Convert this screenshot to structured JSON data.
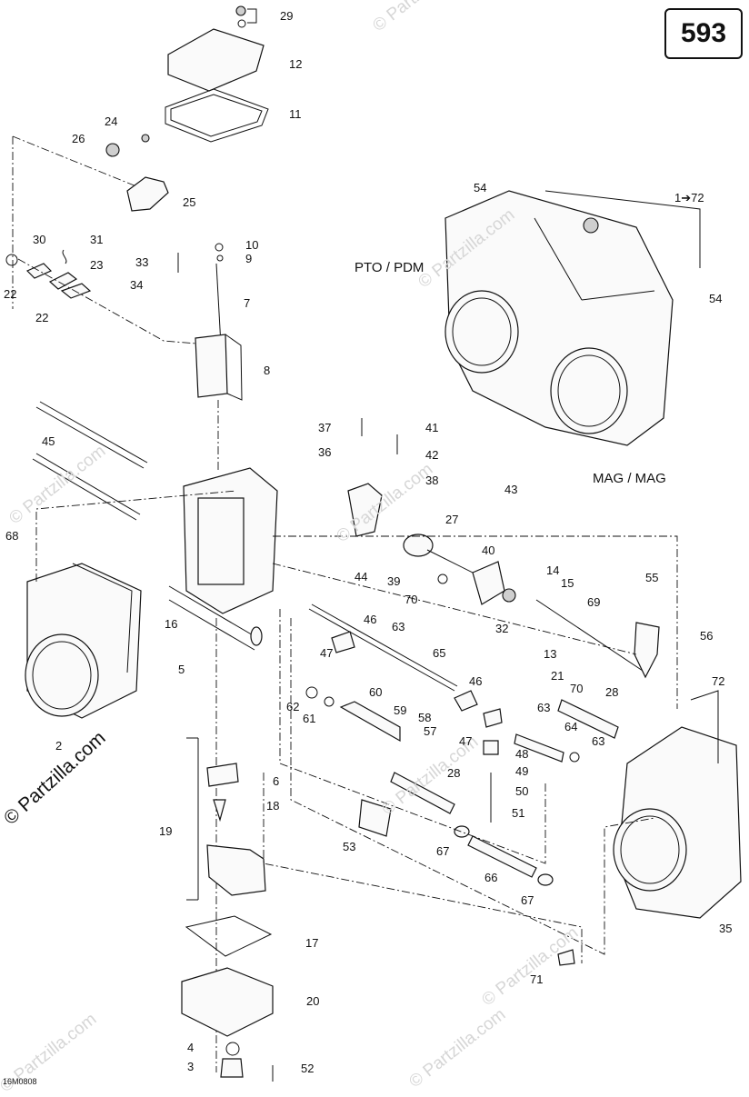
{
  "page_number": "593",
  "drawing_code": "16M0808",
  "watermark_text": "© Partzilla.com",
  "assembly_labels": {
    "pto": "PTO / PDM",
    "mag": "MAG / MAG",
    "range": "1➔72"
  },
  "callouts": {
    "c29": "29",
    "c12": "12",
    "c11": "11",
    "c24": "24",
    "c26": "26",
    "c25": "25",
    "c30": "30",
    "c31": "31",
    "c23": "23",
    "c22a": "22",
    "c22b": "22",
    "c10": "10",
    "c9": "9",
    "c33": "33",
    "c34": "34",
    "c7": "7",
    "c8": "8",
    "c45": "45",
    "c68": "68",
    "c16": "16",
    "c5": "5",
    "c2": "2",
    "c37": "37",
    "c36": "36",
    "c41": "41",
    "c42": "42",
    "c38": "38",
    "c43": "43",
    "c27": "27",
    "c44": "44",
    "c39": "39",
    "c40": "40",
    "c70a": "70",
    "c32": "32",
    "c14": "14",
    "c15": "15",
    "c69": "69",
    "c55": "55",
    "c56": "56",
    "c13": "13",
    "c21": "21",
    "c70b": "70",
    "c46a": "46",
    "c63a": "63",
    "c47a": "47",
    "c65": "65",
    "c28a": "28",
    "c46b": "46",
    "c62": "62",
    "c60": "60",
    "c61": "61",
    "c59": "59",
    "c58": "58",
    "c57": "57",
    "c63b": "63",
    "c64": "64",
    "c47b": "47",
    "c63c": "63",
    "c48": "48",
    "c49": "49",
    "c50": "50",
    "c51": "51",
    "c28b": "28",
    "c6": "6",
    "c18": "18",
    "c19": "19",
    "c53": "53",
    "c67a": "67",
    "c66": "66",
    "c67b": "67",
    "c17": "17",
    "c20": "20",
    "c71": "71",
    "c4": "4",
    "c3": "3",
    "c52": "52",
    "c72": "72",
    "c35": "35",
    "c54a": "54",
    "c54b": "54"
  }
}
